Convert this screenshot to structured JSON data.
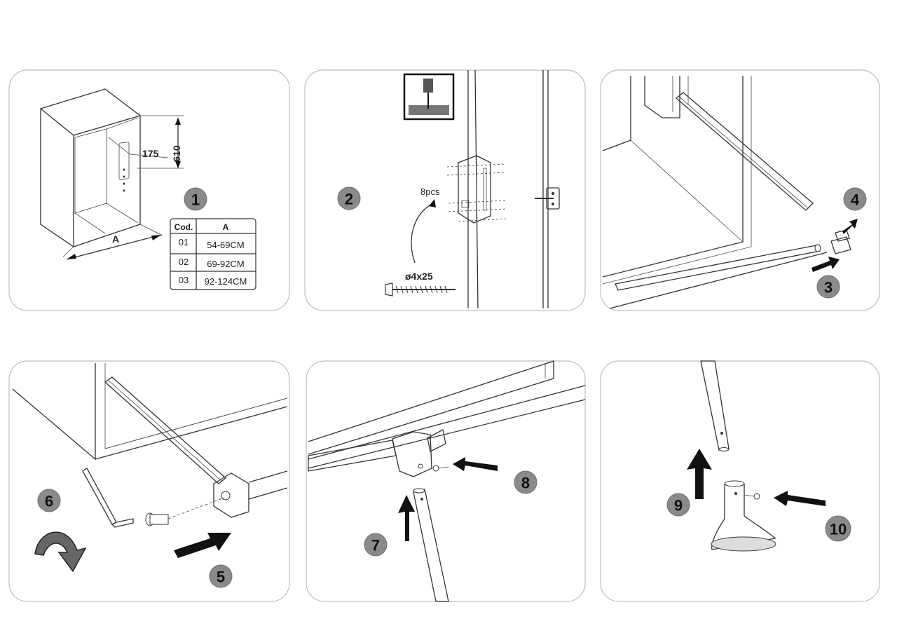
{
  "panel1": {
    "step": "1",
    "dim_height": "610",
    "dim_offset": "175",
    "dim_width": "A",
    "table": {
      "headers": [
        "Cod.",
        "A"
      ],
      "rows": [
        {
          "code": "01",
          "range": "54-69CM"
        },
        {
          "code": "02",
          "range": "69-92CM"
        },
        {
          "code": "03",
          "range": "92-124CM"
        }
      ]
    }
  },
  "panel2": {
    "step": "2",
    "count_label": "8pcs",
    "screw_label": "ø4x25"
  },
  "panel3": {
    "step_a": "4",
    "step_b": "3"
  },
  "panel4": {
    "step_a": "6",
    "step_b": "5"
  },
  "panel5": {
    "step_a": "8",
    "step_b": "7"
  },
  "panel6": {
    "step_a": "9",
    "step_b": "10"
  },
  "colors": {
    "badge_fill": "#8a8a8a",
    "line": "#333333",
    "panel_border": "#bdbdbd"
  }
}
